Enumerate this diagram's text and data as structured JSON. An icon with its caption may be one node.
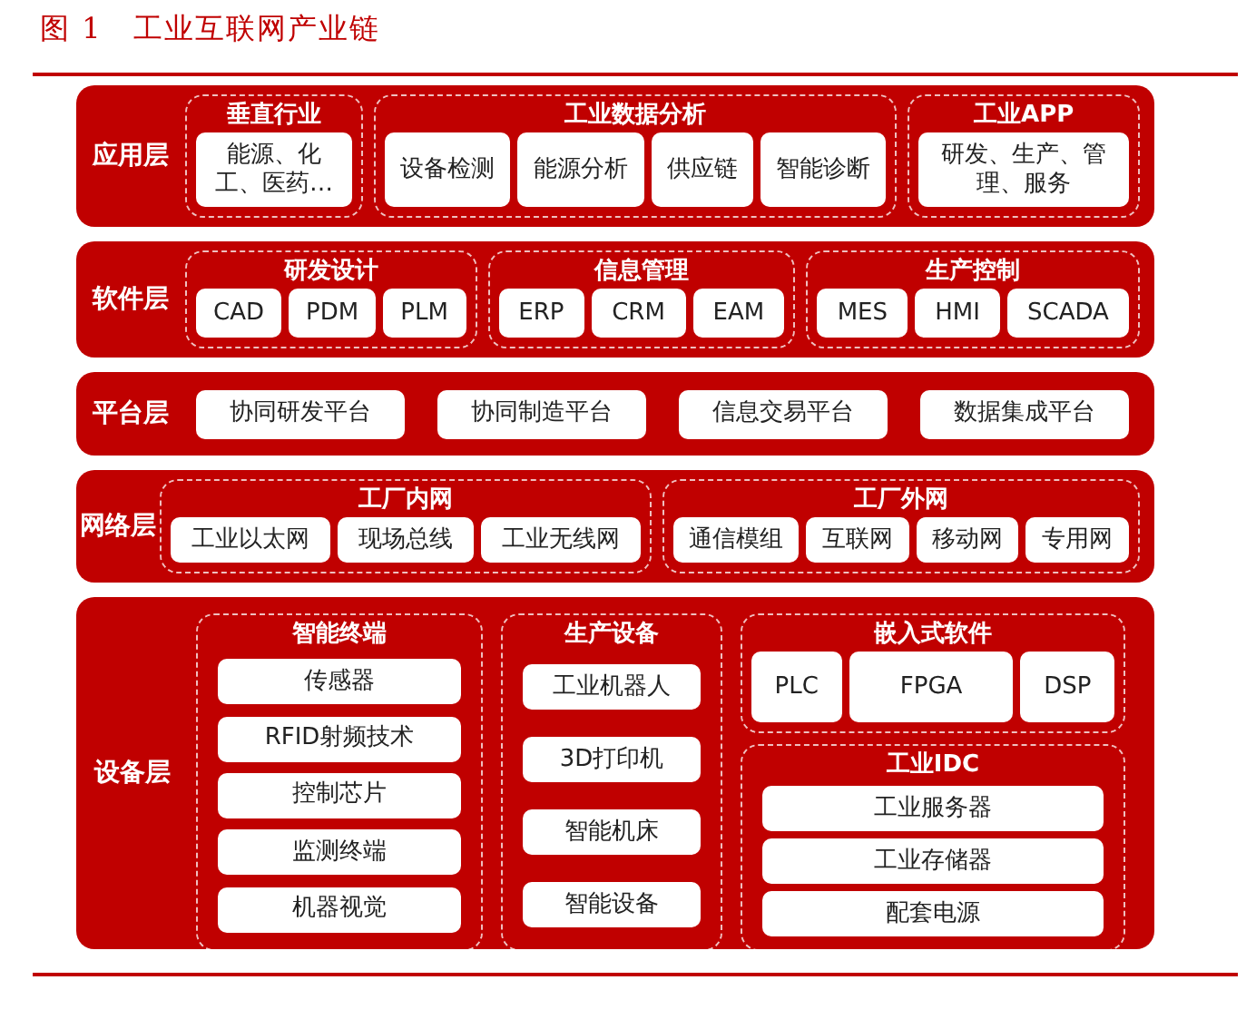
{
  "diagram": {
    "title": "图 1　工业互联网产业链",
    "nodes": [
      {
        "text": [
          "应用层"
        ]
      },
      {
        "text": [
          "垂直行业"
        ],
        "in": 0
      },
      {
        "text": [
          "能源、化工、医药…"
        ],
        "in": 1
      },
      {
        "text": [
          "工业数据分析"
        ],
        "in": 0
      },
      {
        "text": [
          "设备检测"
        ],
        "in": 3
      },
      {
        "text": [
          "能源分析"
        ],
        "in": 3
      },
      {
        "text": [
          "供应链"
        ],
        "in": 3
      },
      {
        "text": [
          "智能诊断"
        ],
        "in": 3
      },
      {
        "text": [
          "工业APP"
        ],
        "in": 0
      },
      {
        "text": [
          "研发、生产、管理、服务"
        ],
        "in": 8
      },
      {
        "text": [
          "软件层"
        ]
      },
      {
        "text": [
          "研发设计"
        ],
        "in": 10
      },
      {
        "text": [
          "CAD"
        ],
        "in": 11
      },
      {
        "text": [
          "PDM"
        ],
        "in": 11
      },
      {
        "text": [
          "PLM"
        ],
        "in": 11
      },
      {
        "text": [
          "信息管理"
        ],
        "in": 10
      },
      {
        "text": [
          "ERP"
        ],
        "in": 15
      },
      {
        "text": [
          "CRM"
        ],
        "in": 15
      },
      {
        "text": [
          "EAM"
        ],
        "in": 15
      },
      {
        "text": [
          "生产控制"
        ],
        "in": 10
      },
      {
        "text": [
          "MES"
        ],
        "in": 19
      },
      {
        "text": [
          "HMI"
        ],
        "in": 19
      },
      {
        "text": [
          "SCADA"
        ],
        "in": 19
      },
      {
        "text": [
          "平台层"
        ]
      },
      {
        "text": [
          "协同研发平台"
        ],
        "in": 23
      },
      {
        "text": [
          "协同制造平台"
        ],
        "in": 23
      },
      {
        "text": [
          "信息交易平台"
        ],
        "in": 23
      },
      {
        "text": [
          "数据集成平台"
        ],
        "in": 23
      },
      {
        "text": [
          "网络层"
        ]
      },
      {
        "text": [
          "工厂内网"
        ],
        "in": 28
      },
      {
        "text": [
          "工业以太网"
        ],
        "in": 29
      },
      {
        "text": [
          "现场总线"
        ],
        "in": 29
      },
      {
        "text": [
          "工业无线网"
        ],
        "in": 29
      },
      {
        "text": [
          "工厂外网"
        ],
        "in": 28
      },
      {
        "text": [
          "通信模组"
        ],
        "in": 33
      },
      {
        "text": [
          "互联网"
        ],
        "in": 33
      },
      {
        "text": [
          "移动网"
        ],
        "in": 33
      },
      {
        "text": [
          "专用网"
        ],
        "in": 33
      },
      {
        "text": [
          "设备层"
        ]
      },
      {
        "text": [
          "智能终端"
        ],
        "in": 38
      },
      {
        "text": [
          "传感器"
        ],
        "in": 39
      },
      {
        "text": [
          "RFID射频技术"
        ],
        "in": 39
      },
      {
        "text": [
          "控制芯片"
        ],
        "in": 39
      },
      {
        "text": [
          "监测终端"
        ],
        "in": 39
      },
      {
        "text": [
          "机器视觉"
        ],
        "in": 39
      },
      {
        "text": [
          "生产设备"
        ],
        "in": 38
      },
      {
        "text": [
          "工业机器人"
        ],
        "in": 45
      },
      {
        "text": [
          "3D打印机"
        ],
        "in": 45
      },
      {
        "text": [
          "智能机床"
        ],
        "in": 45
      },
      {
        "text": [
          "智能设备"
        ],
        "in": 45
      },
      {
        "text": [
          "嵌入式软件"
        ],
        "in": 38
      },
      {
        "text": [
          "PLC"
        ],
        "in": 50
      },
      {
        "text": [
          "FPGA"
        ],
        "in": 50
      },
      {
        "text": [
          "DSP"
        ],
        "in": 50
      },
      {
        "text": [
          "工业IDC"
        ],
        "in": 38
      },
      {
        "text": [
          "工业服务器"
        ],
        "in": 54
      },
      {
        "text": [
          "工业存储器"
        ],
        "in": 54
      },
      {
        "text": [
          "配套电源"
        ],
        "in": 54
      }
    ]
  }
}
